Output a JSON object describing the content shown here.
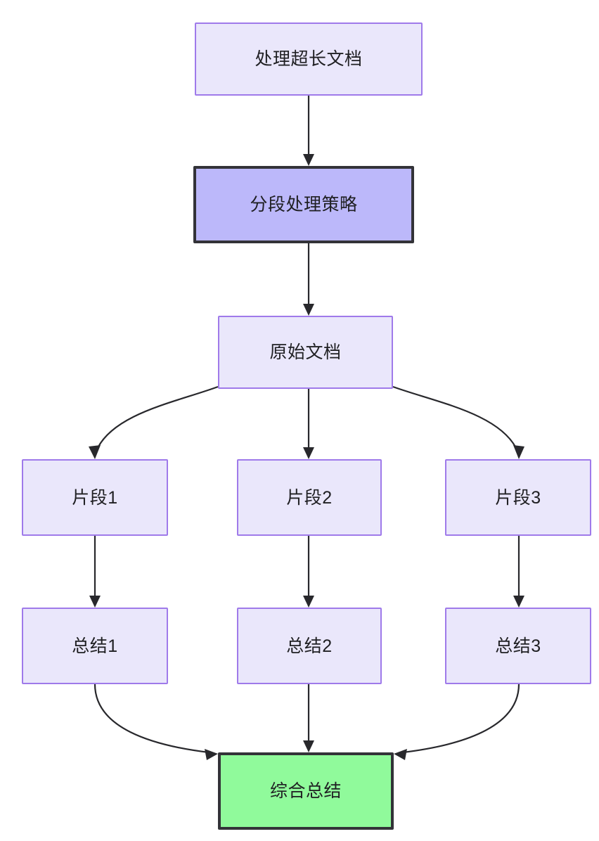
{
  "diagram": {
    "type": "flowchart",
    "direction": "top-down",
    "background_color": "#ffffff",
    "palette": {
      "node_fill": "#eae7fb",
      "node_border": "#9f7aea",
      "highlight_fill": "#bcb8fa",
      "highlight_border": "#333338",
      "final_fill": "#90fa9b",
      "final_border": "#333338",
      "edge_color": "#28282c",
      "text_color": "#1f1f22"
    },
    "nodes": [
      {
        "id": "doc",
        "label": "处理超长文档",
        "style": "lavender"
      },
      {
        "id": "strategy",
        "label": "分段处理策略",
        "style": "highlight"
      },
      {
        "id": "original",
        "label": "原始文档",
        "style": "lavender"
      },
      {
        "id": "frag1",
        "label": "片段1",
        "style": "lavender"
      },
      {
        "id": "frag2",
        "label": "片段2",
        "style": "lavender"
      },
      {
        "id": "frag3",
        "label": "片段3",
        "style": "lavender"
      },
      {
        "id": "sum1",
        "label": "总结1",
        "style": "lavender"
      },
      {
        "id": "sum2",
        "label": "总结2",
        "style": "lavender"
      },
      {
        "id": "sum3",
        "label": "总结3",
        "style": "lavender"
      },
      {
        "id": "final",
        "label": "综合总结",
        "style": "final"
      }
    ],
    "edges": [
      {
        "from": "doc",
        "to": "strategy",
        "label": ""
      },
      {
        "from": "strategy",
        "to": "original",
        "label": ""
      },
      {
        "from": "original",
        "to": "frag1",
        "label": ""
      },
      {
        "from": "original",
        "to": "frag2",
        "label": ""
      },
      {
        "from": "original",
        "to": "frag3",
        "label": ""
      },
      {
        "from": "frag1",
        "to": "sum1",
        "label": ""
      },
      {
        "from": "frag2",
        "to": "sum2",
        "label": ""
      },
      {
        "from": "frag3",
        "to": "sum3",
        "label": ""
      },
      {
        "from": "sum1",
        "to": "final",
        "label": ""
      },
      {
        "from": "sum2",
        "to": "final",
        "label": ""
      },
      {
        "from": "sum3",
        "to": "final",
        "label": ""
      }
    ]
  }
}
